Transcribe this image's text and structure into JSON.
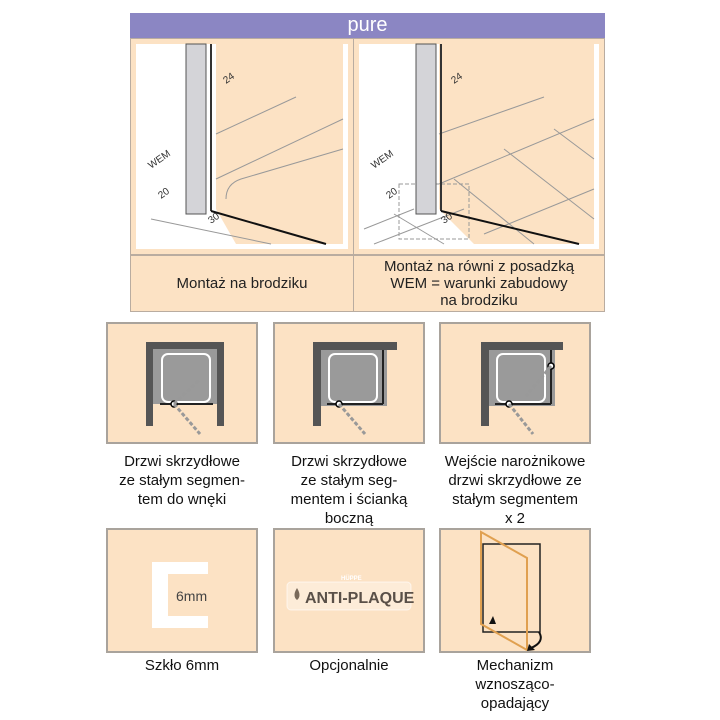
{
  "header": {
    "title": "pure"
  },
  "mounting": [
    {
      "caption": "Montaż na brodziku",
      "dims": {
        "a": "24",
        "b": "WEM",
        "c": "20",
        "d": "30"
      }
    },
    {
      "caption_lines": [
        "Montaż na równi z posadzką",
        "WEM = warunki zabudowy",
        "na brodziku"
      ],
      "dims": {
        "a": "24",
        "b": "WEM",
        "c": "20",
        "d": "30"
      }
    }
  ],
  "variants": [
    {
      "lines": [
        "Drzwi skrzydłowe",
        "ze stałym segmen-",
        "tem do wnęki"
      ]
    },
    {
      "lines": [
        "Drzwi skrzydłowe",
        "ze stałym seg-",
        "mentem i ścianką",
        "boczną"
      ]
    },
    {
      "lines": [
        "Wejście narożnikowe",
        "drzwi skrzydłowe ze",
        "stałym segmentem",
        "x 2"
      ]
    }
  ],
  "features": [
    {
      "label": "Szkło 6mm",
      "icon_text": "6mm"
    },
    {
      "label": "Opcjonalnie",
      "logo_text": "ANTI-PLAQUE",
      "logo_brand": "HÜPPE"
    },
    {
      "label_lines": [
        "Mechanizm",
        "wznosząco-",
        "opadający"
      ]
    }
  ],
  "colors": {
    "header": "#8b86c3",
    "panel": "#fce2c4"
  }
}
